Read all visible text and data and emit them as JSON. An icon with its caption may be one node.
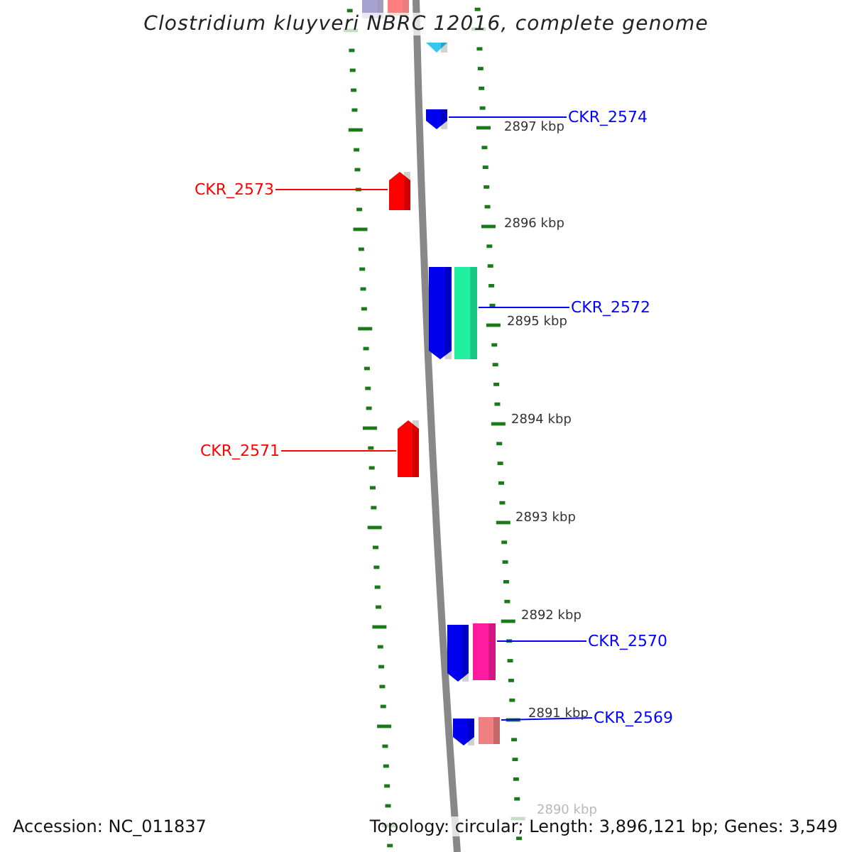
{
  "diagram": {
    "title": "Clostridium kluyveri NBRC 12016, complete genome",
    "nodes": [
      {
        "text": [],
        "shape": "bar"
      },
      {
        "text": [],
        "shape": "bar"
      },
      {
        "text": [],
        "shape": "triangle"
      },
      {
        "text": [
          "CKR_2574"
        ]
      },
      {
        "text": [],
        "shape": "arrow"
      },
      {
        "text": [
          "CKR_2573"
        ]
      },
      {
        "text": [],
        "shape": "arrow"
      },
      {
        "text": [
          "CKR_2572"
        ]
      },
      {
        "text": [],
        "shape": "arrow"
      },
      {
        "text": [],
        "shape": "bar"
      },
      {
        "text": [
          "CKR_2571"
        ]
      },
      {
        "text": [],
        "shape": "arrow"
      },
      {
        "text": [
          "CKR_2570"
        ]
      },
      {
        "text": [],
        "shape": "arrow"
      },
      {
        "text": [],
        "shape": "bar"
      },
      {
        "text": [
          "CKR_2569"
        ]
      },
      {
        "text": [],
        "shape": "arrow"
      },
      {
        "text": [],
        "shape": "bar"
      }
    ],
    "edges": [
      {
        "from": 3,
        "to": 4,
        "arrow": "none"
      },
      {
        "from": 5,
        "to": 6,
        "arrow": "none",
        "color": "#ff0000"
      },
      {
        "from": 7,
        "to": 9,
        "arrow": "none"
      },
      {
        "from": 10,
        "to": 11,
        "arrow": "none",
        "color": "#ff0000"
      },
      {
        "from": 12,
        "to": 14,
        "arrow": "none"
      },
      {
        "from": 15,
        "to": 17,
        "arrow": "none"
      }
    ],
    "labels": [
      "2897 kbp",
      "2896 kbp",
      "2895 kbp",
      "2894 kbp",
      "2893 kbp",
      "2892 kbp",
      "2891 kbp",
      "2890 kbp",
      "Accession: NC_011837",
      "Topology: circular; Length: 3,896,121 bp; Genes: 3,549"
    ]
  }
}
